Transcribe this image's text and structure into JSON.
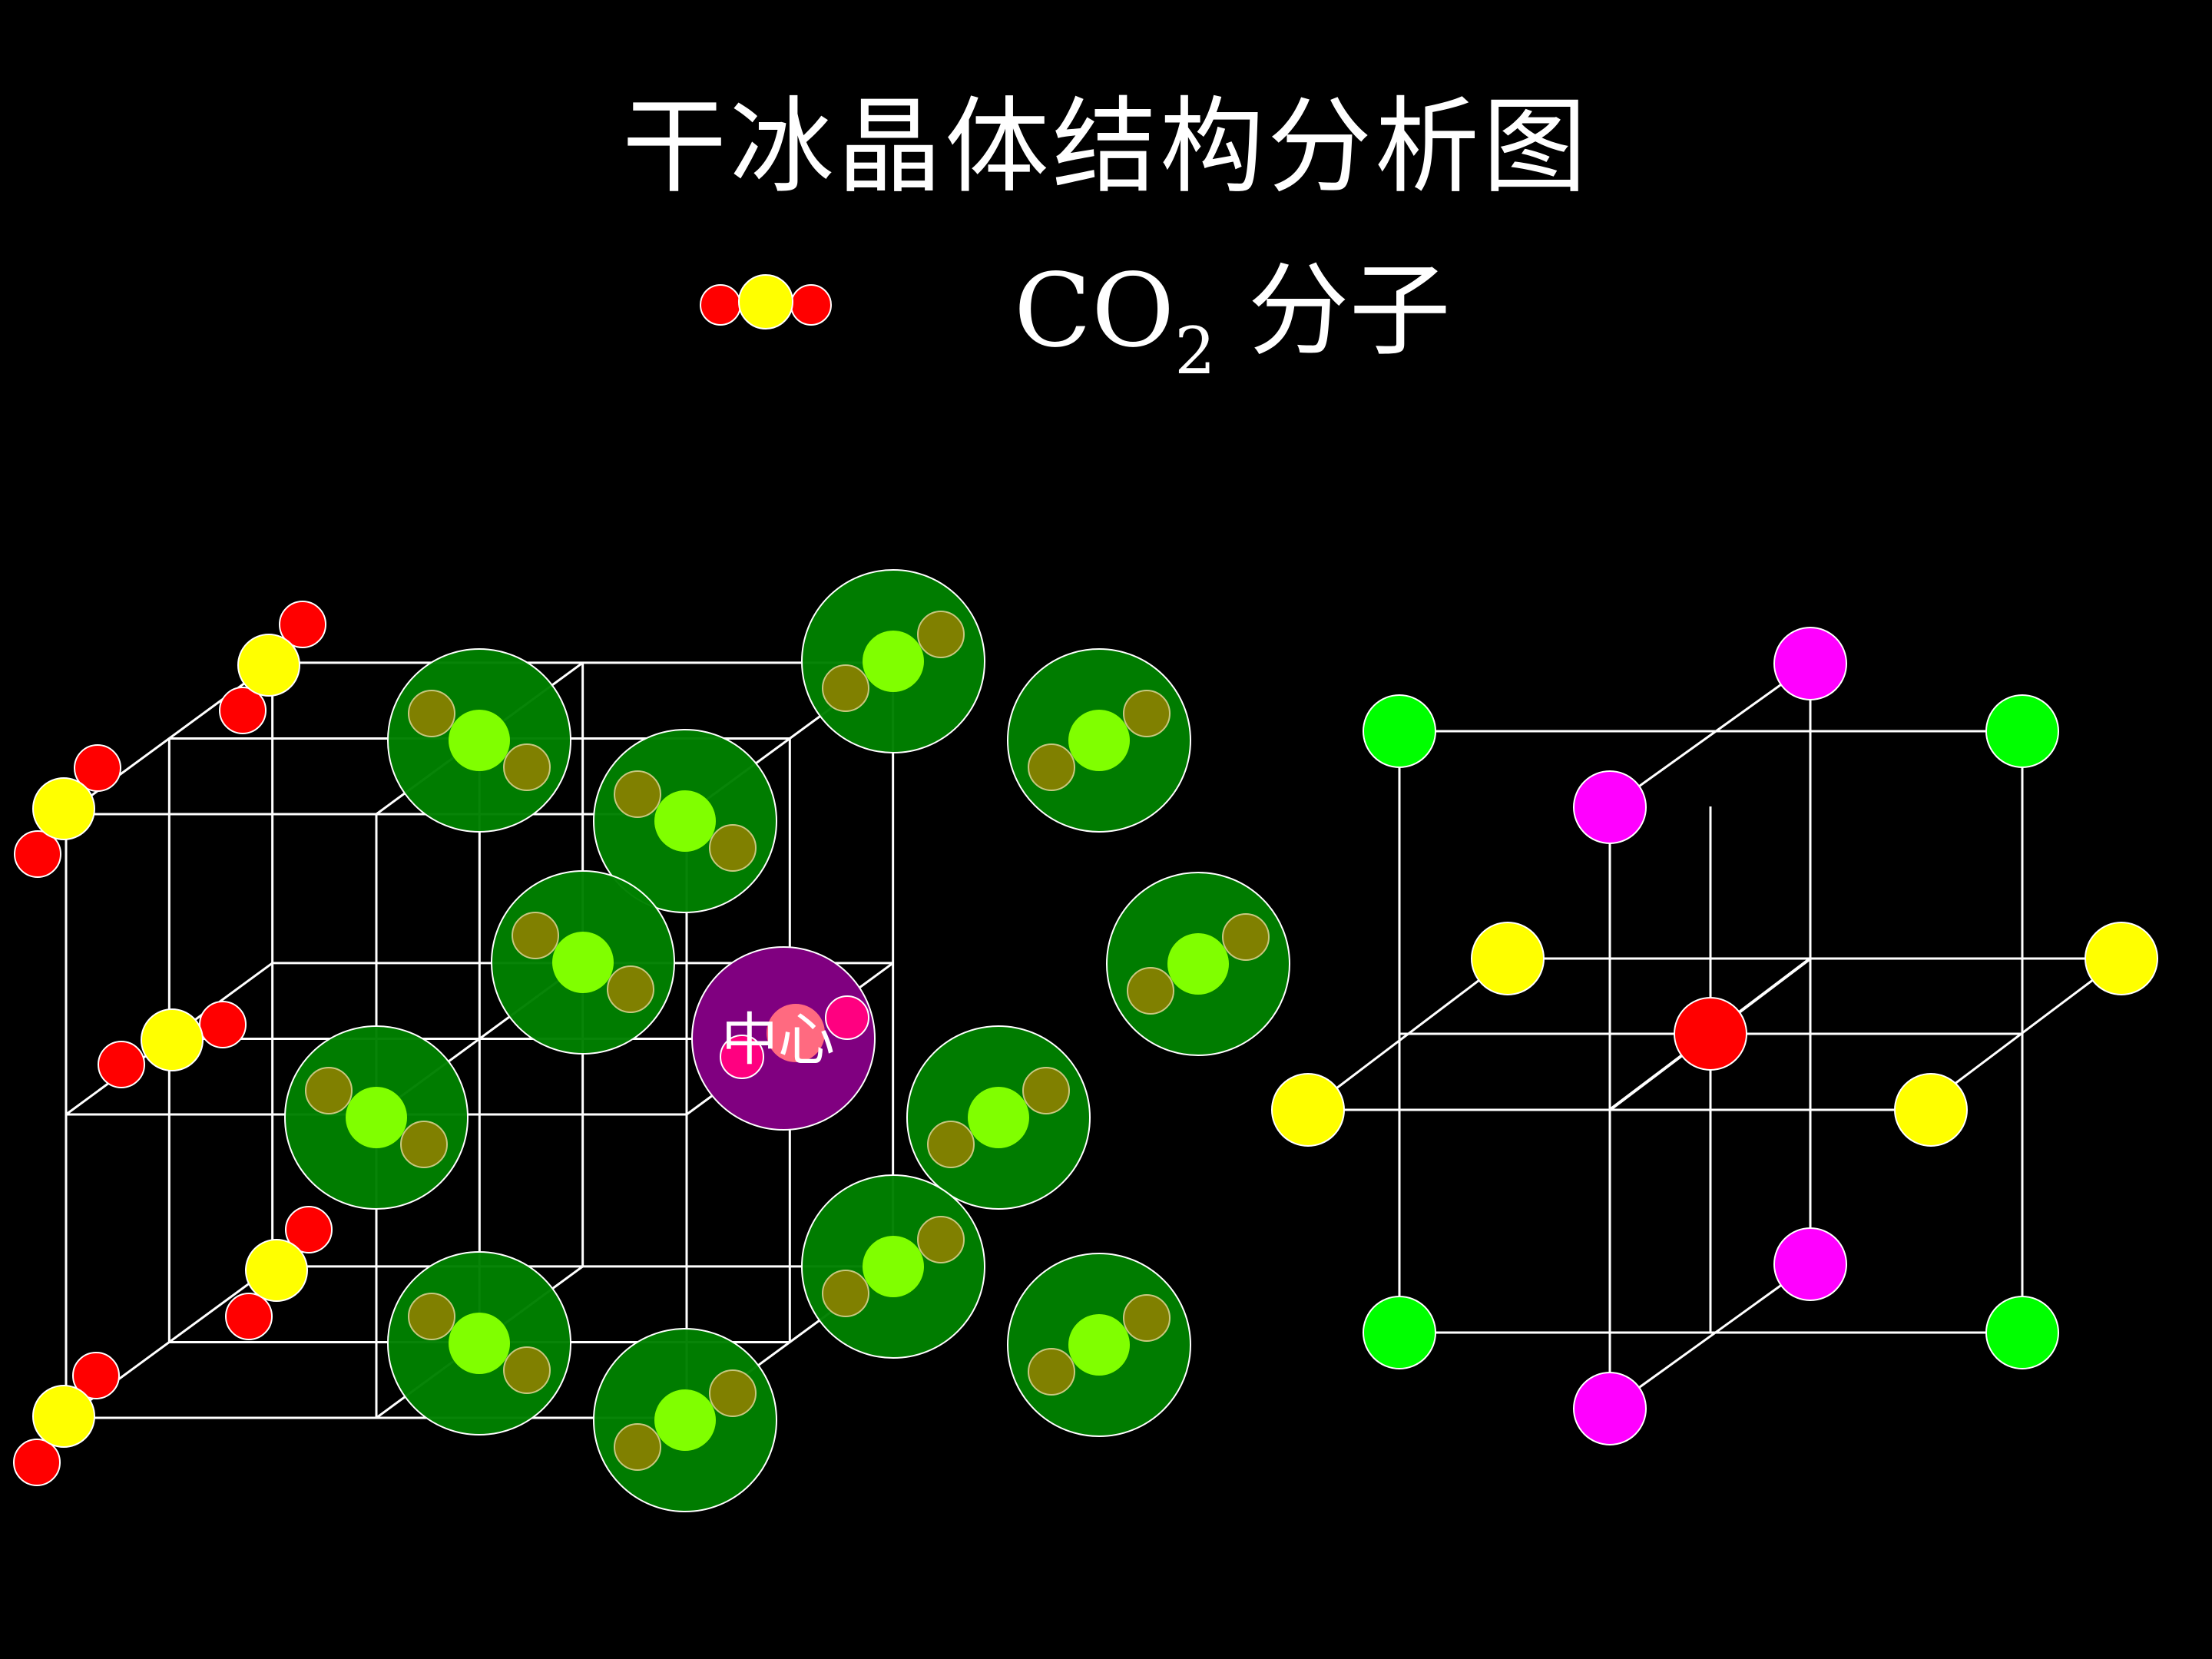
{
  "title": "干冰晶体结构分析图",
  "legend": {
    "formula_main": "CO",
    "formula_sub": "2",
    "formula_suffix": " 分子",
    "icon": "co2-molecule-icon"
  },
  "center_label": "中心",
  "colors": {
    "background": "#000000",
    "oxygen": "#ff0000",
    "carbon": "#ffff00",
    "cell_sphere": "#008000",
    "cell_carbon": "#80ff00",
    "cell_oxygen": "#808000",
    "center_sphere": "#800080",
    "center_oxygen": "#ff0080",
    "neighbor_green": "#00ff00",
    "neighbor_magenta": "#ff00ff",
    "neighbor_yellow": "#ffff00",
    "neighbor_center": "#ff0000",
    "grid_line": "#ffffff"
  }
}
